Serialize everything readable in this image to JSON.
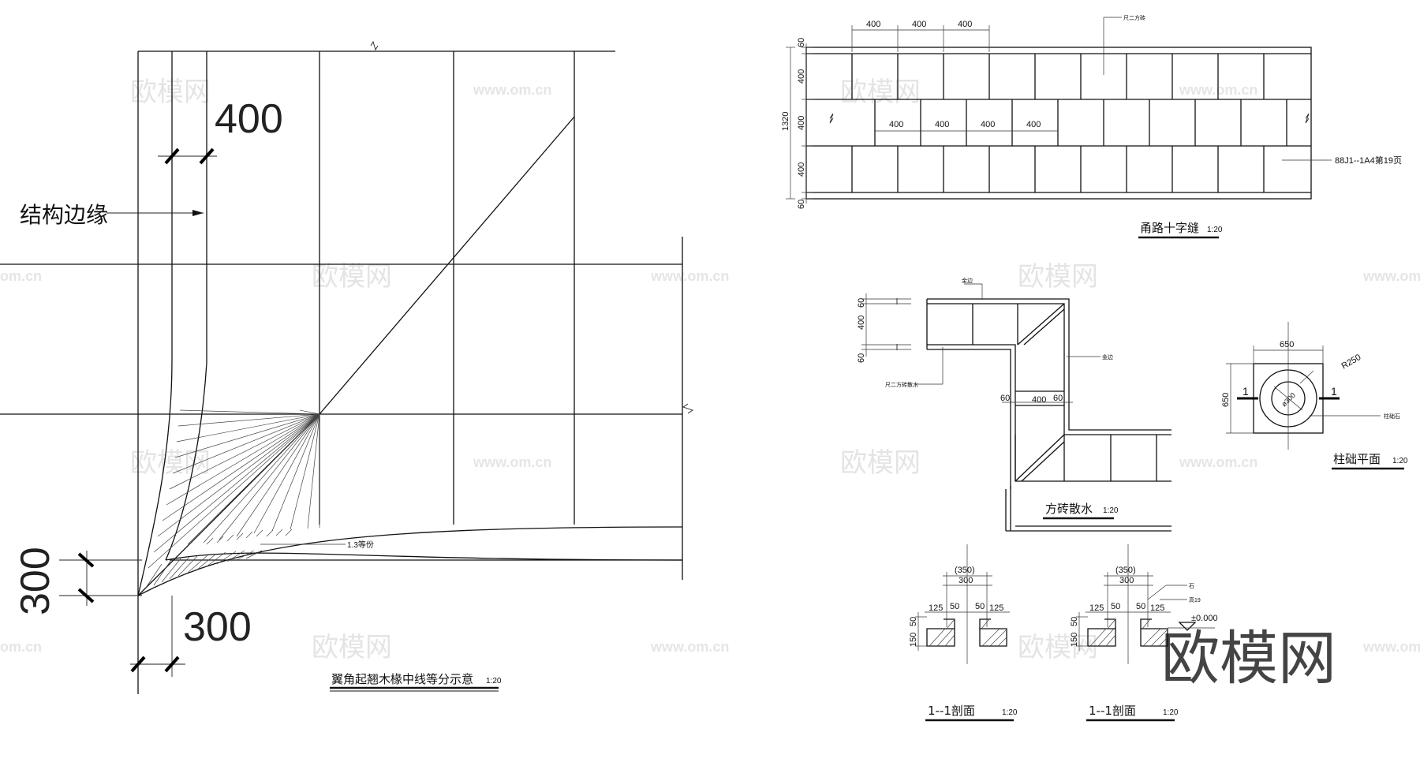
{
  "watermark": {
    "brand": "欧模网",
    "website": "www.om.cn",
    "website_short": "om.cn"
  },
  "left_detail": {
    "dim_top": "400",
    "dim_left": "300",
    "dim_bottom": "300",
    "label_edge": "结构边缘",
    "label_small": "1.3等份",
    "title": "翼角起翘木椽中线等分示意",
    "scale": "1:20"
  },
  "pavement": {
    "dims_top": [
      "400",
      "400",
      "400"
    ],
    "dims_mid": [
      "400",
      "400",
      "400",
      "400"
    ],
    "dims_vertical": [
      "60",
      "400",
      "400",
      "400",
      "60"
    ],
    "dim_total": "1320",
    "note_top": "尺二方砖",
    "note_right": "88J1--1A4第19页",
    "title": "甬路十字缝",
    "scale": "1:20"
  },
  "apron": {
    "dims_vertical": [
      "400",
      "60",
      "60"
    ],
    "dims_bottom": [
      "60",
      "400",
      "60"
    ],
    "note_top": "金边",
    "note_right": "金边",
    "note_left": "尺二方砖散水",
    "title": "方砖散水",
    "scale": "1:20"
  },
  "column_base": {
    "dim_width": "650",
    "dim_height": "650",
    "radius": "R250",
    "diameter": "ø300",
    "section_mark": "1",
    "note": "柱础石",
    "title": "柱础平面",
    "scale": "1:20"
  },
  "section_a": {
    "dims_top": [
      "(350)",
      "300"
    ],
    "dims_row": [
      "125",
      "50",
      "50",
      "125"
    ],
    "dims_side": [
      "50",
      "150"
    ],
    "title": "1--1剖面",
    "scale": "1:20"
  },
  "section_b": {
    "dims_top": [
      "(350)",
      "300"
    ],
    "dims_row": [
      "125",
      "50",
      "50",
      "125"
    ],
    "dims_side": [
      "50",
      "150"
    ],
    "note_a": "石",
    "note_b": "高19",
    "elevation": "±0.000",
    "title": "1--1剖面",
    "scale": "1:20"
  }
}
